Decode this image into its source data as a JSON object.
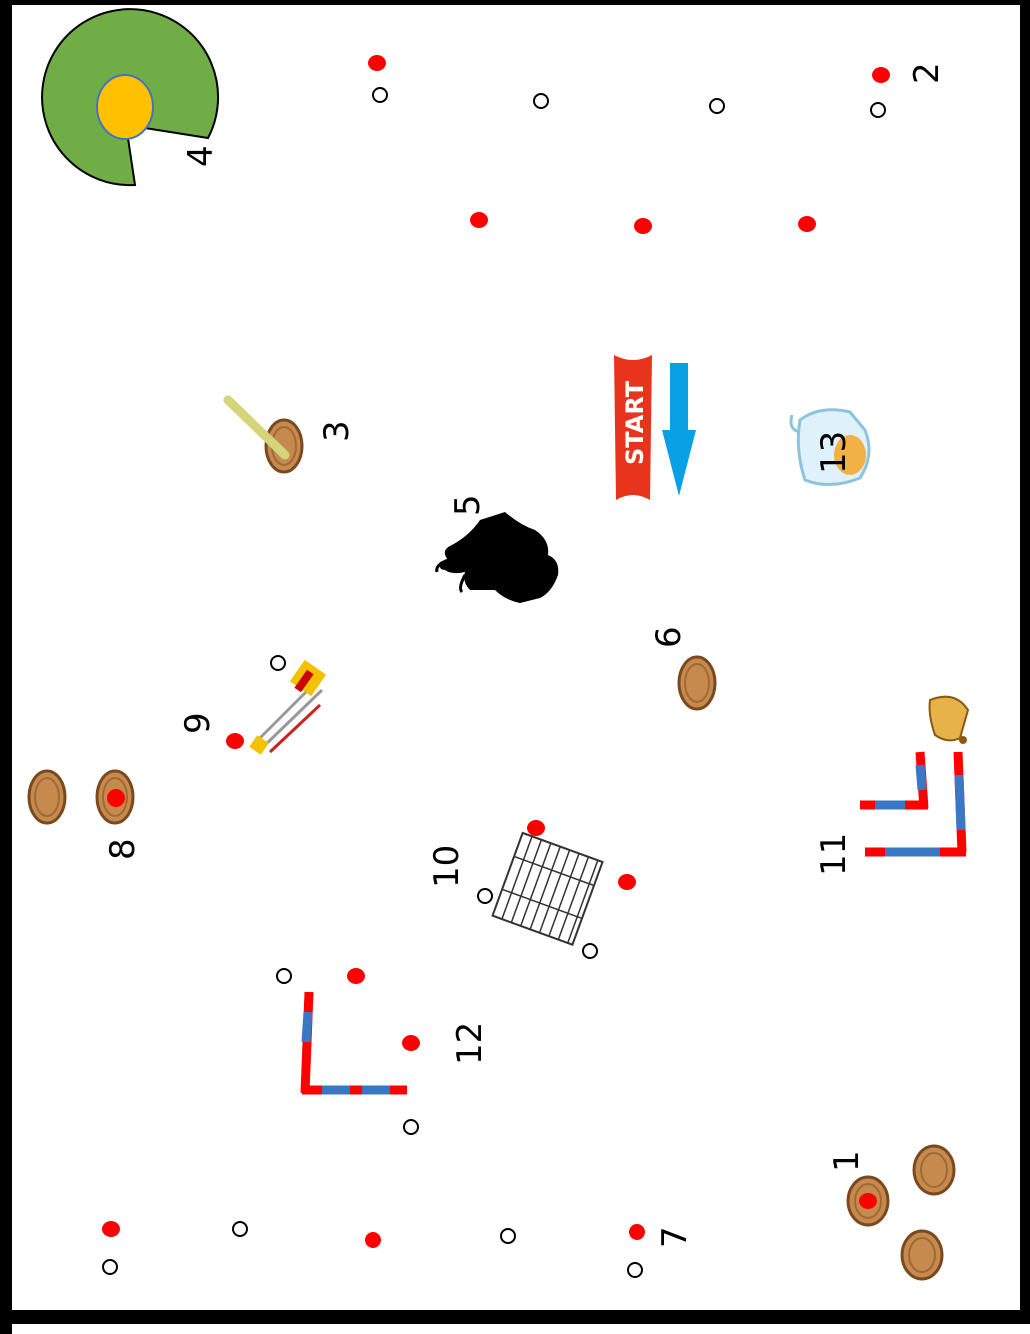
{
  "course": {
    "start_label": "START",
    "colors": {
      "frame": "#000000",
      "cone_dot": "#ff0000",
      "hoop_outline": "#000000",
      "pole_red": "#ff0000",
      "pole_blue": "#3b78c4",
      "arrow": "#0aa0e6",
      "barrel_fill": "#c68a4e",
      "barrel_edge": "#7a4a1e",
      "pond_green": "#70ad47",
      "pond_center": "#ffc000",
      "start_banner": "#e8341c"
    },
    "stations": [
      {
        "number": "1",
        "name": "three-barrels-station",
        "icon": "barrel-icon"
      },
      {
        "number": "2",
        "name": "corner-cones-station",
        "icon": "cone-dot-icon"
      },
      {
        "number": "3",
        "name": "barrel-with-pole-station",
        "icon": "barrel-pole-icon"
      },
      {
        "number": "4",
        "name": "pond-circle-station",
        "icon": "pond-icon"
      },
      {
        "number": "5",
        "name": "bull-station",
        "icon": "bull-icon"
      },
      {
        "number": "6",
        "name": "single-barrel-station",
        "icon": "barrel-icon"
      },
      {
        "number": "7",
        "name": "cone-grid-station",
        "icon": "cone-dot-icon"
      },
      {
        "number": "8",
        "name": "two-barrels-station",
        "icon": "barrel-icon"
      },
      {
        "number": "9",
        "name": "banderillas-station",
        "icon": "banderillas-icon"
      },
      {
        "number": "10",
        "name": "gate-station",
        "icon": "gate-icon"
      },
      {
        "number": "11",
        "name": "double-l-poles-station",
        "icon": "poles-icon"
      },
      {
        "number": "12",
        "name": "l-poles-station",
        "icon": "poles-icon"
      },
      {
        "number": "13",
        "name": "water-jug-station",
        "icon": "jug-icon"
      }
    ],
    "extra_icons": [
      "bell-icon",
      "start-banner-icon",
      "arrow-icon"
    ]
  }
}
